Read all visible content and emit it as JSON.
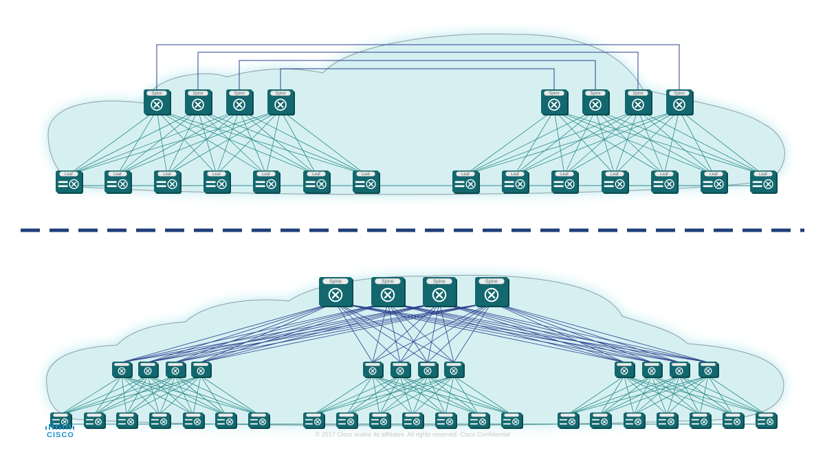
{
  "labels": {
    "spine": "Spine",
    "leaf": "Leaf"
  },
  "footer": {
    "logo_text": "CISCO",
    "copyright": "© 2017  Cisco and/or its affiliates. All rights reserved.   Cisco Confidential"
  },
  "colors": {
    "cloud_fill": "#d6f0f2",
    "cloud_glow": "#a9e3ea",
    "cloud_stroke": "#8f9ea2",
    "device_fill": "#12686e",
    "device_dark": "#0a4a4f",
    "teal_link": "#2a8a88",
    "blue_link": "#2a3f8c",
    "separator": "#1f3f7a",
    "logo_blue": "#1f8fc8",
    "footer_text": "#c8c8c8"
  },
  "icons": {
    "spine": "router-x-icon",
    "leaf": "switch-arrows-x-icon",
    "logo": "cisco-logo-icon"
  }
}
